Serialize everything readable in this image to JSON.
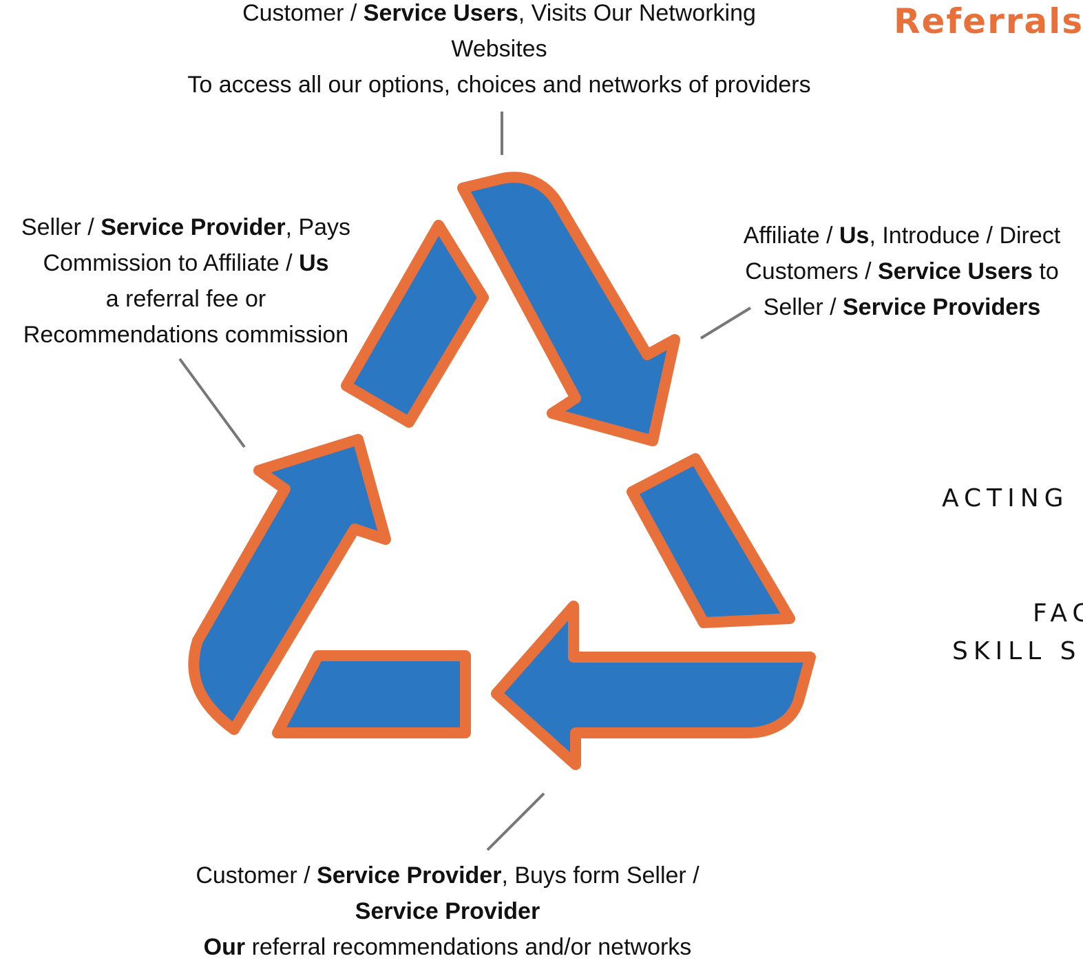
{
  "colors": {
    "arrow_fill": "#2b77c1",
    "arrow_stroke": "#e8703b",
    "connector": "#777777",
    "title": "#e8703b",
    "text": "#111111"
  },
  "title": "Referrals",
  "side_text": {
    "line1": "ACTING",
    "line2": "FAC",
    "line3": "SKILL SE"
  },
  "labels": {
    "top": {
      "l1_a": "Customer / ",
      "l1_b": "Service Users",
      "l1_c": ", Visits Our Networking",
      "l2": "Websites",
      "l3": "To access all our options, choices and networks of providers"
    },
    "left": {
      "l1_a": "Seller / ",
      "l1_b": "Service Provider",
      "l1_c": ", Pays",
      "l2_a": "Commission to Affiliate / ",
      "l2_b": "Us",
      "l3": "a referral fee or",
      "l4": "Recommendations commission"
    },
    "right": {
      "l1_a": "Affiliate / ",
      "l1_b": "Us",
      "l1_c": ", Introduce / Direct",
      "l2_a": "Customers / ",
      "l2_b": "Service Users",
      "l2_c": " to",
      "l3_a": "Seller / ",
      "l3_b": "Service Providers"
    },
    "bottom": {
      "l1_a": "Customer / ",
      "l1_b": "Service Provider",
      "l1_c": ", Buys form Seller /",
      "l2": "Service Provider",
      "l3_a": "Our",
      "l3_b": " referral recommendations and/or networks"
    }
  }
}
